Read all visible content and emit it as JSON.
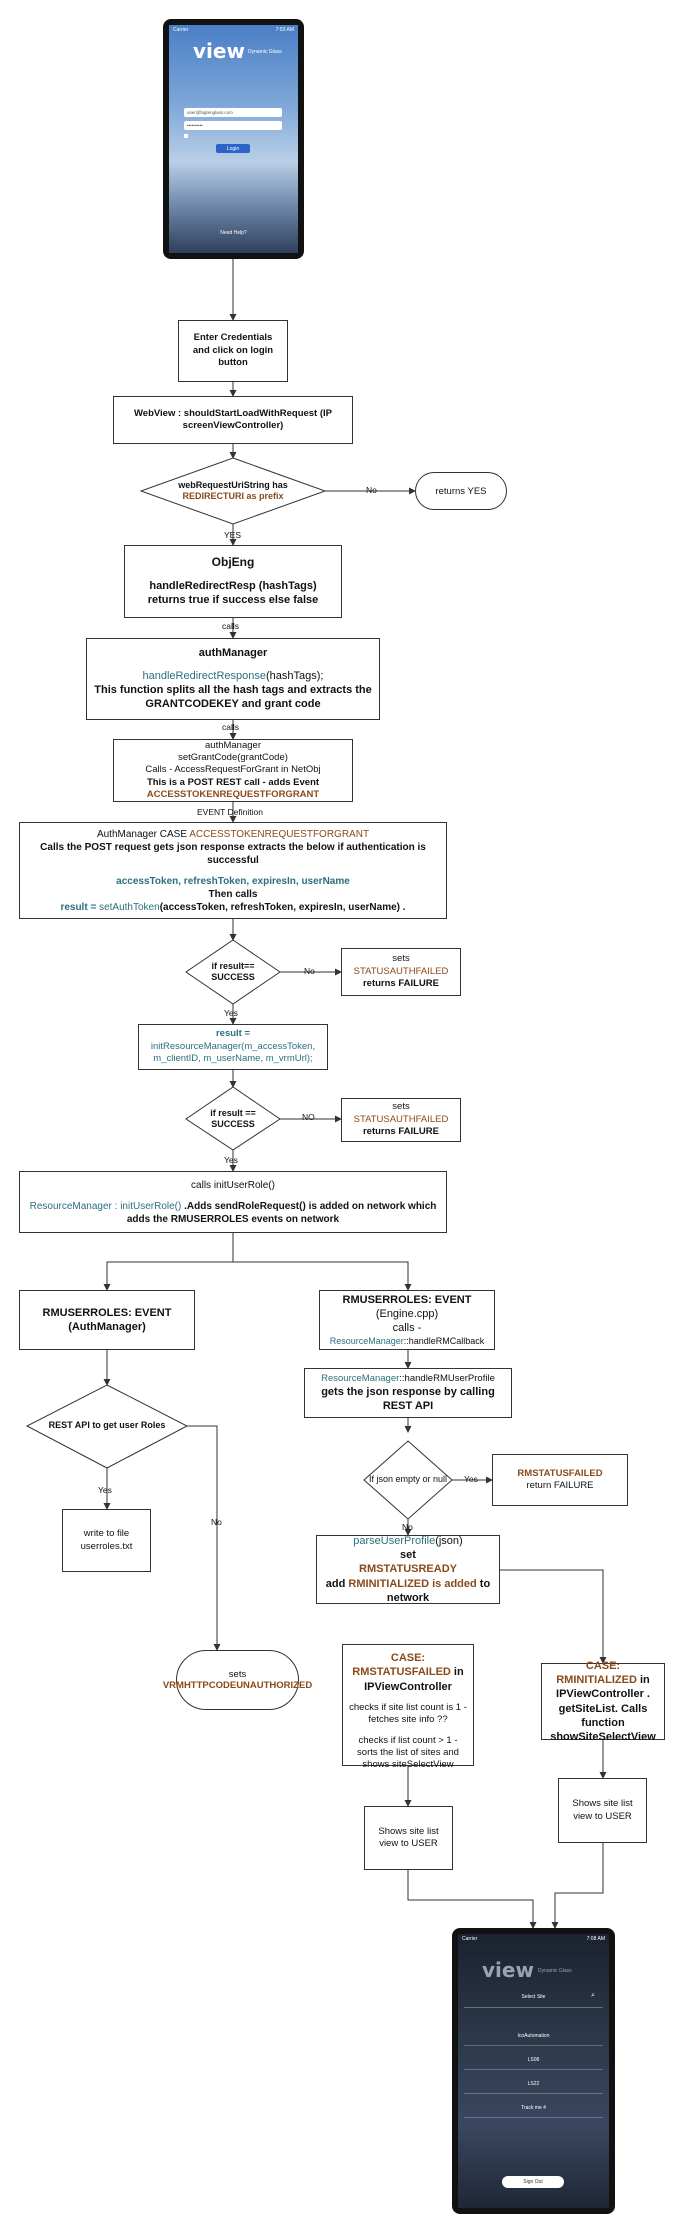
{
  "login_screen": {
    "status_left": "Carrier",
    "status_time": "7:03 AM",
    "logo": "view",
    "logo_sub": "Dynamic Glass",
    "email": "user@bigtenglass.com",
    "password": "••••••••••",
    "login_label": "Login",
    "help": "Need Help?"
  },
  "steps": {
    "enter_credentials": "Enter Credentials and click on login button",
    "webview": "WebView : shouldStartLoadWithRequest (IP screenViewController)",
    "decision1_line1": "webRequestUriString  has",
    "decision1_line2": "REDIRECTURI as prefix",
    "no1": "No",
    "returns_yes": "returns YES",
    "yes1": "YES",
    "objeng_title": "ObjEng",
    "objeng_body": "handleRedirectResp (hashTags) returns true if success else false",
    "calls1": "calls",
    "authmanager_title": "authManager",
    "authmanager_fn": "handleRedirectResponse",
    "authmanager_fn_args": "(hashTags);",
    "authmanager_body": "This function splits all the hash tags and extracts the GRANTCODEKEY and grant code",
    "calls2": "calls",
    "setgrant_line1": "authManager",
    "setgrant_line2": "setGrantCode(grantCode)",
    "setgrant_line3": "Calls - AccessRequestForGrant in NetObj",
    "setgrant_line4": "This is a POST REST call  - adds Event",
    "setgrant_line5": "ACCESSTOKENREQUESTFORGRANT",
    "event_def": "EVENT Definition",
    "case_prefix": "AuthManager CASE ",
    "case_name": "ACCESSTOKENREQUESTFORGRANT",
    "case_body": "Calls the POST request  gets json response extracts the below if authentication is successful",
    "case_tokens": "accessToken, refreshToken, expiresIn, userName",
    "then_calls": "Then calls",
    "result_lhs": "result = ",
    "result_fn": "setAuthToken",
    "result_args": "(accessToken, refreshToken, expiresIn, userName) .",
    "decision2_line1": "if result==",
    "decision2_line2": "SUCCESS",
    "no2": "No",
    "fail1_sets": "sets",
    "fail1_status": "STATUSAUTHFAILED",
    "fail1_returns": "returns FAILURE",
    "yes2": "Yes",
    "init_line1": "result =",
    "init_line2": "initResourceManager(m_accessToken,",
    "init_line3": "m_clientID, m_userName, m_vrmUrl);",
    "decision3_line1": "if result ==",
    "decision3_line2": "SUCCESS",
    "no3": "NO",
    "fail2_sets": "sets",
    "fail2_status": "STATUSAUTHFAILED",
    "fail2_returns": "returns FAILURE",
    "yes3": "Yes",
    "inituserrole_title": "calls initUserRole()",
    "inituserrole_fn": "ResourceManager : initUserRole()",
    "inituserrole_body": " .Adds sendRoleRequest() is added on network which adds the RMUSERROLES events on network"
  },
  "left_branch": {
    "event_title": "RMUSERROLES: EVENT (AuthManager)",
    "decision": "REST API to get user Roles",
    "yes": "Yes",
    "no": "No",
    "write_file": "write to file userroles.txt",
    "unauth_sets": "sets",
    "unauth_status": "VRMHTTPCODEUNAUTHORIZED"
  },
  "right_branch": {
    "event_line1": "RMUSERROLES: EVENT",
    "event_line2": "(Engine.cpp)",
    "event_line3": "calls -",
    "event_line4_cls": "ResourceManager",
    "event_line4_fn": "::handleRMCallback",
    "handle_cls": "ResourceManager",
    "handle_fn": "::handleRMUserProfile",
    "handle_body": "gets the json response by calling REST API",
    "decision": "If json empty or null",
    "yes": "Yes",
    "no": "No",
    "fail_status": "RMSTATUSFAILED",
    "fail_returns": "return FAILURE",
    "parse_fn": "parseUserProfile",
    "parse_args": "(json)",
    "parse_set": "set",
    "parse_status": "RMSTATUSREADY",
    "parse_add_prefix": "add ",
    "parse_add_status": "RMINITIALIZED is added",
    "parse_add_suffix": " to network",
    "case_failed_prefix": "CASE: ",
    "case_failed_status": "RMSTATUSFAILED",
    "case_failed_suffix": " in IPViewController",
    "case_failed_p1": "checks if site list count is 1 - fetches site info ??",
    "case_failed_p2": "checks if list count > 1 - sorts the list of sites and shows siteSelectView",
    "case_init_prefix": "CASE: ",
    "case_init_status": "RMINITIALIZED",
    "case_init_suffix": " in IPViewController .",
    "case_init_body": "getSiteList. Calls function showSiteSelectView",
    "shows_site_1": "Shows site list view to USER",
    "shows_site_2": "Shows site list view to USER"
  },
  "site_screen": {
    "status_left": "Carrier",
    "status_time": "7:08 AM",
    "logo": "view",
    "logo_sub": "Dynamic Glass",
    "select_site": "Select Site",
    "sites": [
      "IcoAutomation",
      "LS08",
      "LS22",
      "Track me 4"
    ],
    "sign_out": "Sign Out"
  },
  "colors": {
    "teal": "#2b6f7f",
    "brown": "#8a4a1b",
    "line": "#333333"
  }
}
